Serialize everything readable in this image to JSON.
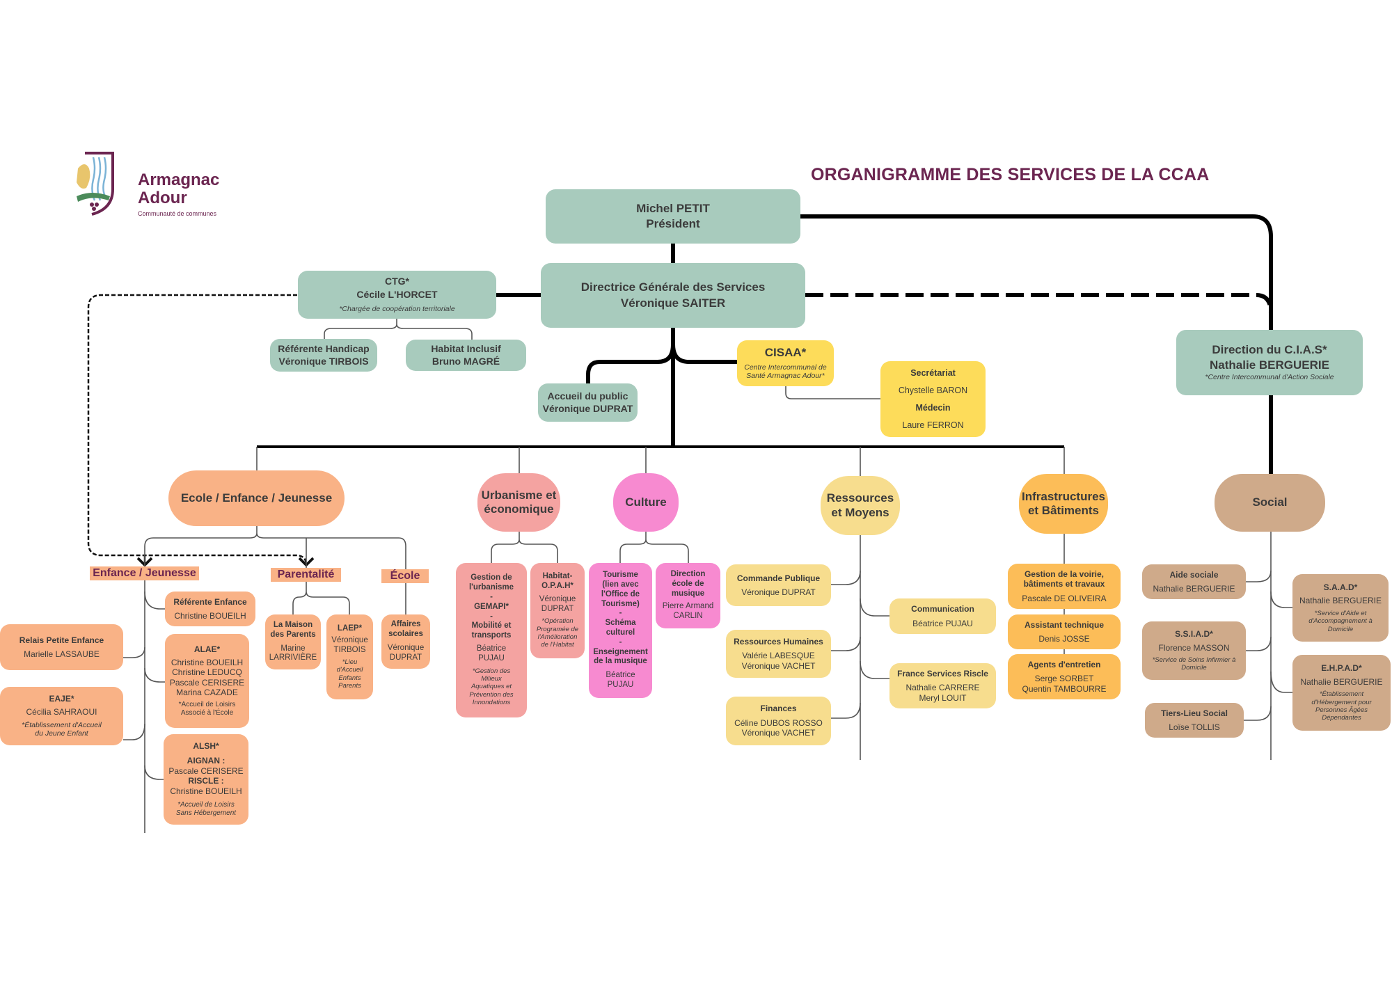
{
  "logo": {
    "line1": "Armagnac",
    "line2": "Adour",
    "subtitle": "Communauté de communes"
  },
  "title": "ORGANIGRAMME DES SERVICES DE LA CCAA",
  "president": {
    "name": "Michel PETIT",
    "role": "Président"
  },
  "dgs": {
    "title": "Directrice Générale des Services",
    "name": "Véronique SAITER"
  },
  "ctg": {
    "title": "CTG*",
    "name": "Cécile L'HORCET",
    "note": "*Chargée de coopération territoriale"
  },
  "handicap": {
    "title": "Référente Handicap",
    "name": "Véronique TIRBOIS"
  },
  "habitat_inclusif": {
    "title": "Habitat Inclusif",
    "name": "Bruno MAGRÉ"
  },
  "accueil": {
    "title": "Accueil du public",
    "name": "Véronique DUPRAT"
  },
  "cisaa": {
    "title": "CISAA*",
    "note": "Centre Intercommunal de Santé Armagnac Adour*"
  },
  "cisaa_staff": {
    "secretariat": "Secrétariat",
    "secretariat_name": "Chystelle BARON",
    "medecin": "Médecin",
    "medecin_name": "Laure FERRON"
  },
  "cias": {
    "title": "Direction du C.I.A.S*",
    "name": "Nathalie BERGUERIE",
    "note": "*Centre Intercommunal d'Action Sociale"
  },
  "poles": {
    "ecole": "Ecole / Enfance / Jeunesse",
    "urbanisme": "Urbanisme et\néconomique",
    "culture": "Culture",
    "ressources": "Ressources\net Moyens",
    "infra": "Infrastructures\net Bâtiments",
    "social": "Social"
  },
  "ecole_groups": {
    "enfance": "Enfance / Jeunesse",
    "parentalite": "Parentalité",
    "ecole": "École"
  },
  "enfance": {
    "referente": {
      "title": "Référente Enfance",
      "name": "Christine BOUEILH"
    },
    "relais": {
      "title": "Relais Petite Enfance",
      "name": "Marielle LASSAUBE"
    },
    "alae": {
      "title": "ALAE*",
      "name": "Christine BOUEILH\nChristine LEDUCQ\nPascale CERISERE\nMarina CAZADE",
      "note": "*Accueil de Loisirs\nAssocié à l'École"
    },
    "eaje": {
      "title": "EAJE*",
      "name": "Cécilia SAHRAOUI",
      "note": "*Établissement d'Accueil\ndu Jeune Enfant"
    },
    "alsh": {
      "title": "ALSH*",
      "site1": "AIGNAN :",
      "name1": "Pascale CERISERE",
      "site2": "RISCLE :",
      "name2": "Christine BOUEILH",
      "note": "*Accueil de Loisirs\nSans Hébergement"
    }
  },
  "parentalite": {
    "maison": {
      "title": "La Maison\ndes Parents",
      "name": "Marine\nLARRIVIÈRE"
    },
    "laep": {
      "title": "LAEP*",
      "name": "Véronique\nTIRBOIS",
      "note": "*Lieu\nd'Accueil\nEnfants\nParents"
    }
  },
  "ecole": {
    "affaires": {
      "title": "Affaires\nscolaires",
      "name": "Véronique\nDUPRAT"
    }
  },
  "urbanisme": {
    "gestion": {
      "title": "Gestion de\nl'urbanisme\n-\nGEMAPI*\n-\nMobilité et\ntransports",
      "name": "Béatrice\nPUJAU",
      "note": "*Gestion des\nMilieux\nAquatiques et\nPrévention des\nInnondations"
    },
    "opah": {
      "title": "Habitat-\nO.P.A.H*",
      "name": "Véronique\nDUPRAT",
      "note": "*Opération\nProgramée de\nl'Amélioration\nde l'Habitat"
    }
  },
  "culture": {
    "tourisme": {
      "title": "Tourisme\n(lien avec\nl'Office de\nTourisme)\n-\nSchéma\nculturel\n-\nEnseignement\nde la musique",
      "name": "Béatrice\nPUJAU"
    },
    "musique": {
      "title": "Direction\nécole de\nmusique",
      "name": "Pierre Armand\nCARLIN"
    }
  },
  "ressources": {
    "commande": {
      "title": "Commande Publique",
      "name": "Véronique DUPRAT"
    },
    "rh": {
      "title": "Ressources Humaines",
      "name": "Valérie LABESQUE\nVéronique VACHET"
    },
    "finances": {
      "title": "Finances",
      "name": "Céline DUBOS ROSSO\nVéronique VACHET"
    },
    "communication": {
      "title": "Communication",
      "name": "Béatrice PUJAU"
    },
    "france_services": {
      "title": "France Services Riscle",
      "name": "Nathalie CARRERE\nMeryl LOUIT"
    }
  },
  "infra": {
    "voirie": {
      "title": "Gestion de la voirie,\nbâtiments et travaux",
      "name": "Pascale DE OLIVEIRA"
    },
    "assistant": {
      "title": "Assistant technique",
      "name": "Denis JOSSE"
    },
    "agents": {
      "title": "Agents d'entretien",
      "name": "Serge SORBET\nQuentin TAMBOURRE"
    }
  },
  "social": {
    "aide": {
      "title": "Aide sociale",
      "name": "Nathalie BERGUERIE"
    },
    "ssiad": {
      "title": "S.S.I.A.D*",
      "name": "Florence MASSON",
      "note": "*Service de Soins Infirmier à\nDomicile"
    },
    "tiers": {
      "title": "Tiers-Lieu Social",
      "name": "Loïse TOLLIS"
    },
    "saad": {
      "title": "S.A.A.D*",
      "name": "Nathalie BERGUERIE",
      "note": "*Service d'Aide et\nd'Accompagnement à\nDomicile"
    },
    "ehpad": {
      "title": "E.H.P.A.D*",
      "name": "Nathalie BERGUERIE",
      "note": "*Établissement\nd'Hébergement pour\nPersonnes Âgées\nDépendantes"
    }
  },
  "colors": {
    "title": "#6b2550",
    "green": "#a8cbbd",
    "peach": "#f9b286",
    "rose": "#f4a3a1",
    "pink": "#f78ad0",
    "yellow": "#f7dd8e",
    "orange": "#fcbd58",
    "tan": "#cfaa8a",
    "cisaa": "#fddc5a"
  }
}
